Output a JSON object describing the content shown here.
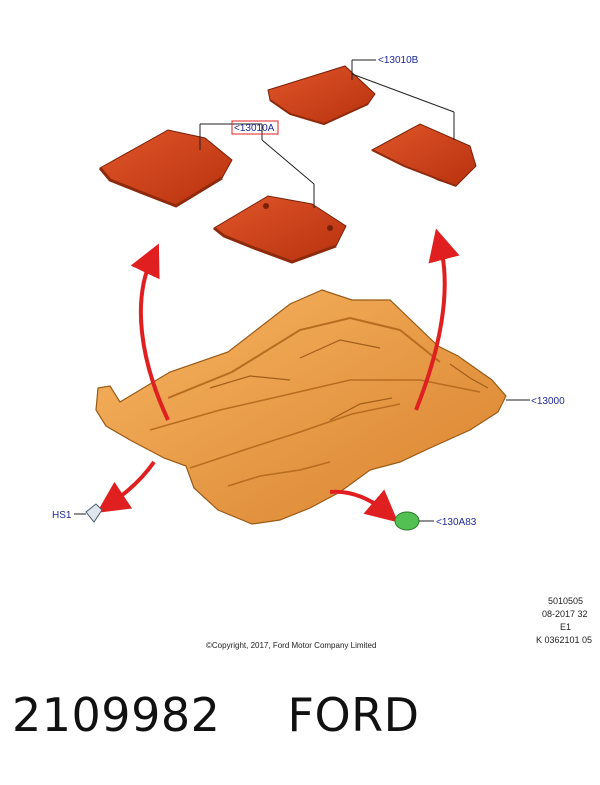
{
  "callouts": {
    "rear_mats": "<13010B",
    "front_mats": "<13010A",
    "floor_covering": "<13000",
    "hs1": "HS1",
    "plug": "<130A83"
  },
  "copyright": "©Copyright, 2017, Ford Motor Company Limited",
  "ref": {
    "line1": "5010505",
    "line2": "08-2017 32",
    "line3": "E1",
    "line4": "K 0362101 05"
  },
  "footer": {
    "part_number": "2109982",
    "brand": "FORD"
  },
  "colors": {
    "mat": "#d9461a",
    "carpet": "#f0a24a",
    "arrow": "#e02020",
    "callout_text": "#1f2a9c",
    "plug": "#52c052"
  }
}
